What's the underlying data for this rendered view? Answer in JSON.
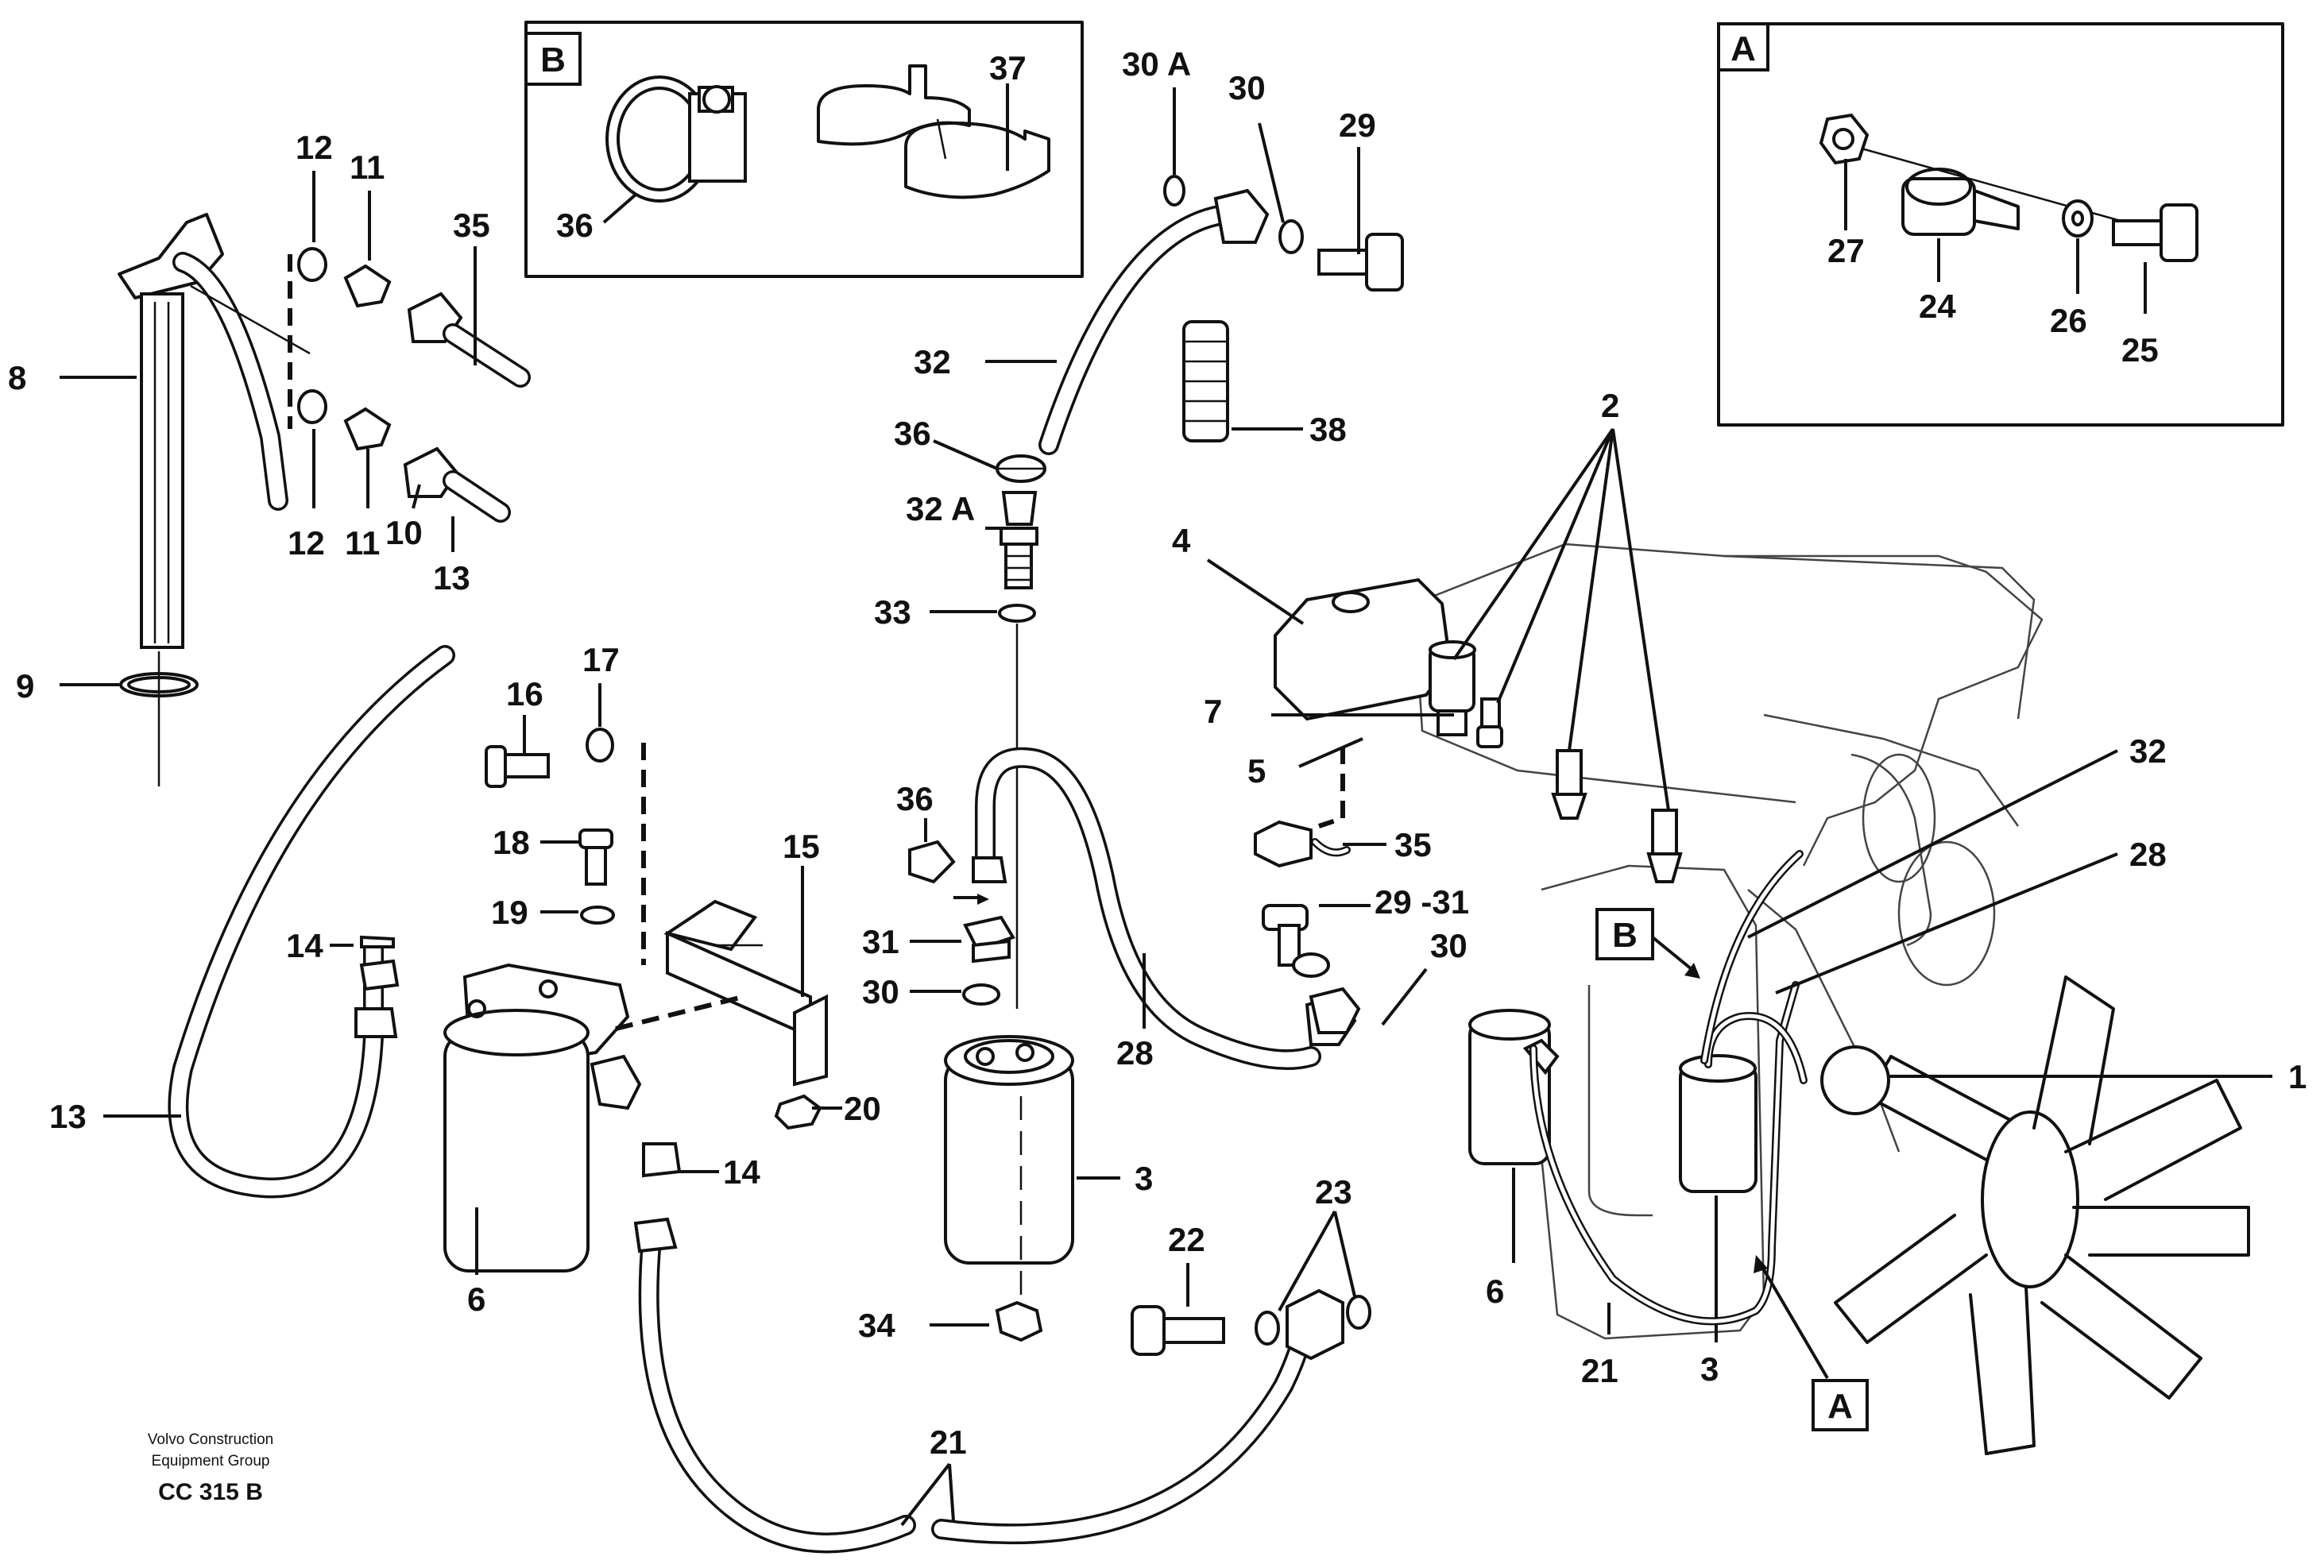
{
  "callouts": {
    "c1": "1",
    "c2": "2",
    "c3a": "3",
    "c3b": "3",
    "c4": "4",
    "c5": "5",
    "c6a": "6",
    "c6b": "6",
    "c7": "7",
    "c8": "8",
    "c9": "9",
    "c10": "10",
    "c11a": "11",
    "c11b": "11",
    "c12a": "12",
    "c12b": "12",
    "c13a": "13",
    "c13b": "13",
    "c14a": "14",
    "c14b": "14",
    "c15": "15",
    "c16": "16",
    "c17": "17",
    "c18": "18",
    "c19": "19",
    "c20": "20",
    "c21a": "21",
    "c21b": "21",
    "c22": "22",
    "c23": "23",
    "c24": "24",
    "c25": "25",
    "c26": "26",
    "c27": "27",
    "c28a": "28",
    "c28b": "28",
    "c29": "29",
    "c29_31": "29 -31",
    "c30a": "30",
    "c30b": "30",
    "c30c": "30",
    "c30A": "30 A",
    "c31": "31",
    "c32a": "32",
    "c32b": "32",
    "c32A": "32 A",
    "c33": "33",
    "c34": "34",
    "c35a": "35",
    "c35b": "35",
    "c36a": "36",
    "c36b": "36",
    "c36c": "36",
    "c37": "37",
    "c38": "38"
  },
  "detail_boxes": {
    "A": "A",
    "B": "B"
  },
  "view_markers": {
    "A": "A",
    "B": "B"
  },
  "footer": {
    "line1": "Volvo Construction",
    "line2": "Equipment Group",
    "code": "CC 315 B"
  }
}
